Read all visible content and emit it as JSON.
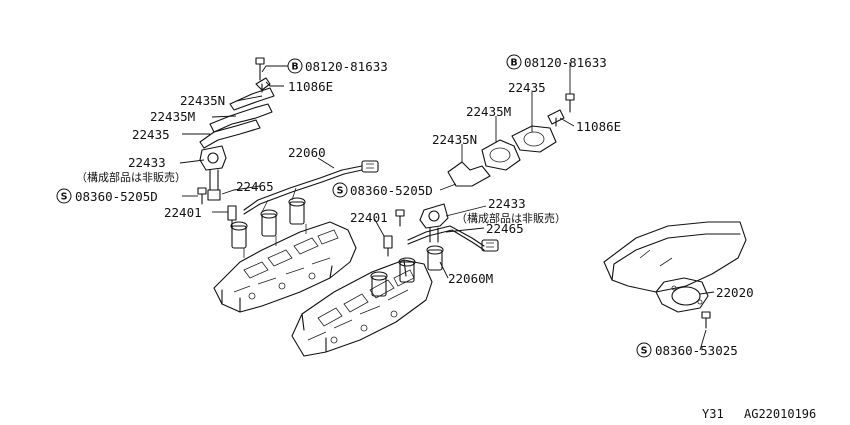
{
  "labels": {
    "b1": "08120-81633",
    "p11086_left": "11086E",
    "p22435n_left": "22435N",
    "p22435m_left": "22435M",
    "p22435_left": "22435",
    "p22433_left": "22433",
    "note_left": "（構成部品は非販売）",
    "s1": "08360-5205D",
    "p22401_left": "22401",
    "p22465_left": "22465",
    "p22060": "22060",
    "b2": "08120-81633",
    "p22435_right": "22435",
    "p22435m_right": "22435M",
    "p22435n_right": "22435N",
    "p11086_right": "11086E",
    "s2": "08360-5205D",
    "p22433_right": "22433",
    "note_right": "（構成部品は非販売）",
    "p22401_right": "22401",
    "p22465_right": "22465",
    "p22060m": "22060M",
    "p22020": "22020",
    "s3": "08360-53025"
  },
  "badges": {
    "bolt": "B",
    "screw": "S"
  },
  "footer": {
    "code_left": "Y31",
    "code_right": "AG22010196"
  }
}
